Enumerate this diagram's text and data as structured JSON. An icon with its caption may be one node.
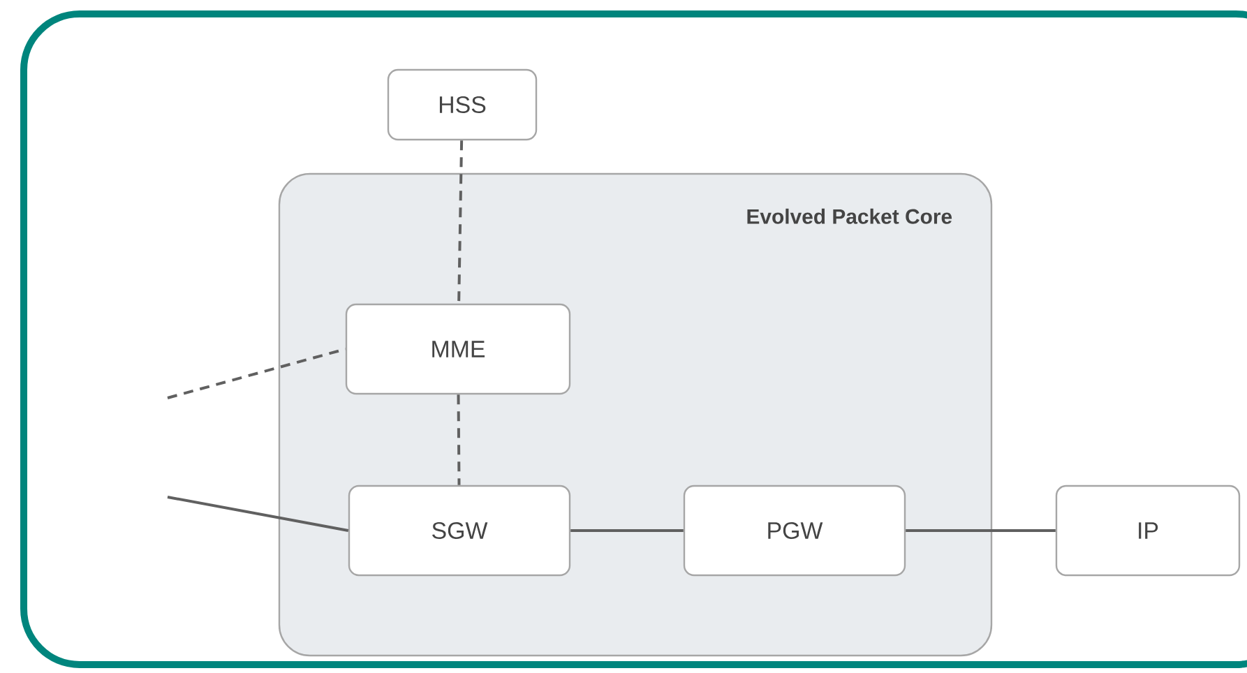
{
  "diagram": {
    "nodes": [
      {
        "text": [
          "HSS"
        ]
      },
      {
        "text": [
          "Evolved Packet Core"
        ]
      },
      {
        "text": [
          "MME"
        ],
        "in": 1
      },
      {
        "text": [
          "SGW"
        ],
        "in": 1
      },
      {
        "text": [
          "PGW"
        ],
        "in": 1
      },
      {
        "text": [
          "IP"
        ]
      }
    ],
    "edges": [
      {
        "from": 0,
        "to": 2,
        "arrow": "none",
        "style": "dashed"
      },
      {
        "from": 2,
        "to": 3,
        "arrow": "none",
        "style": "dashed"
      },
      {
        "from": 3,
        "to": 4,
        "arrow": "none"
      },
      {
        "from": 4,
        "to": 5,
        "arrow": "none"
      },
      {
        "from": null,
        "to": 2,
        "arrow": "none",
        "style": "dashed"
      },
      {
        "from": null,
        "to": 3,
        "arrow": "none"
      }
    ]
  }
}
